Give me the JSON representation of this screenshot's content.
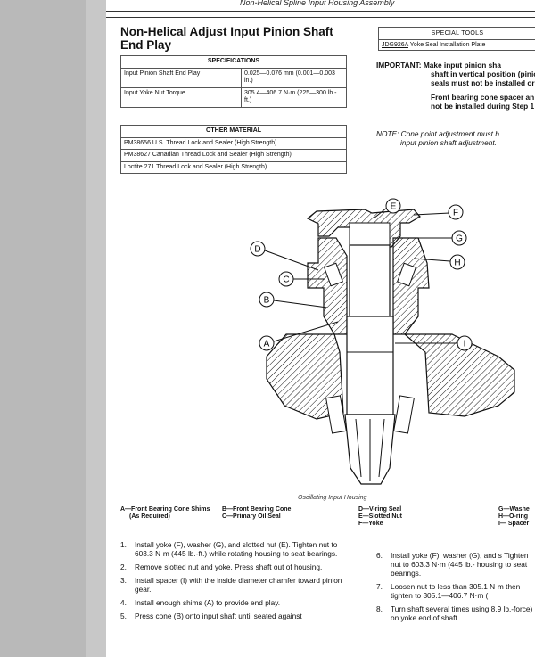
{
  "header": {
    "caption": "Non-Helical Spline Input Housing Assembly"
  },
  "section": {
    "title": "Non-Helical Adjust Input Pinion Shaft End Play"
  },
  "specifications": {
    "heading": "SPECIFICATIONS",
    "rows": [
      {
        "label": "Input Pinion Shaft End Play",
        "value": "0.025—0.076 mm (0.001—0.003 in.)"
      },
      {
        "label": "Input Yoke Nut Torque",
        "value": "305.4—406.7 N·m (225—300 lb.-ft.)"
      }
    ]
  },
  "other_material": {
    "heading": "OTHER MATERIAL",
    "items": [
      "PM38656 U.S. Thread Lock and Sealer (High Strength)",
      "PM38627 Canadian Thread Lock and Sealer (High Strength)",
      "Loctite 271 Thread Lock and Sealer (High Strength)"
    ]
  },
  "special_tools": {
    "heading": "SPECIAL TOOLS",
    "tool_code": "JDG926A",
    "tool_desc": "Yoke Seal Installation Plate"
  },
  "important": {
    "lines": [
      "IMPORTANT: Make input pinion sha",
      "shaft in vertical position (pinio",
      "seals must not be installed or"
    ],
    "lines2": [
      "Front bearing cone spacer an",
      "not be installed during Step 1"
    ]
  },
  "note": {
    "lines": [
      "NOTE: Cone point adjustment must b",
      "input pinion shaft adjustment."
    ]
  },
  "figure": {
    "caption": "Oscillating Input Housing",
    "callouts": [
      "A",
      "B",
      "C",
      "D",
      "E",
      "F",
      "G",
      "H",
      "I"
    ]
  },
  "legend": {
    "col1": [
      "A—Front Bearing Cone Shims",
      "(As Required)"
    ],
    "col2": [
      "B—Front Bearing Cone",
      "C—Primary Oil Seal"
    ],
    "col3": [
      "D—V-ring Seal",
      "E—Slotted Nut",
      "F—Yoke"
    ],
    "col4": [
      "G—Washe",
      "H—O-ring",
      "I— Spacer"
    ]
  },
  "steps_left": [
    {
      "n": "1.",
      "text": "Install yoke (F), washer (G), and slotted nut (E). Tighten nut to 603.3 N·m (445 lb.-ft.) while rotating housing to seat bearings."
    },
    {
      "n": "2.",
      "text": "Remove slotted nut and yoke. Press shaft out of housing."
    },
    {
      "n": "3.",
      "text": "Install spacer (I) with the inside diameter chamfer toward pinion gear."
    },
    {
      "n": "4.",
      "text": "Install enough shims (A) to provide end play."
    },
    {
      "n": "5.",
      "text": "Press cone (B) onto input shaft until seated against"
    }
  ],
  "steps_right": [
    {
      "n": "6.",
      "text": "Install yoke (F), washer (G), and s Tighten nut to 603.3 N·m (445 lb.- housing to seat bearings."
    },
    {
      "n": "7.",
      "text": "Loosen nut to less than 305.1 N·m then tighten to 305.1—406.7 N·m ("
    },
    {
      "n": "8.",
      "text": "Turn shaft several times using 8.9 lb.-force) on yoke end of shaft."
    }
  ]
}
